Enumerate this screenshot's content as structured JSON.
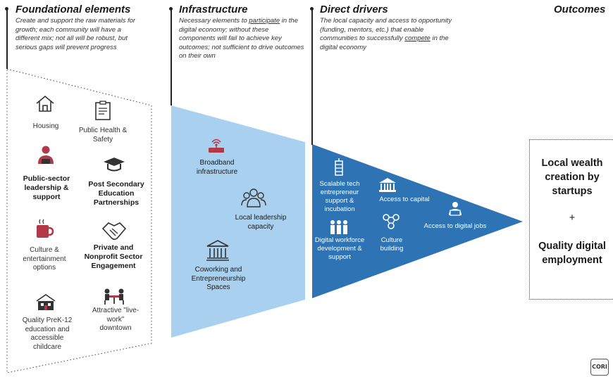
{
  "columns": [
    {
      "title": "Foundational elements",
      "description": "Create and support the raw materials for growth; each community will have a different mix; not all will be robust, but serious gaps will prevent progress"
    },
    {
      "title": "Infrastructure",
      "desc_part1": "Necessary elements to ",
      "desc_underlined": "participate",
      "desc_part2": " in the digital economy; without these components will fail to achieve key outcomes; not sufficient to drive outcomes on their own"
    },
    {
      "title": "Direct drivers",
      "desc_part1": "The local capacity and access to opportunity (funding, mentors, etc.) that enable communities to successfully ",
      "desc_underlined": "compete",
      "desc_part2": " in the digital economy"
    },
    {
      "title": "Outcomes"
    }
  ],
  "foundational_items": [
    {
      "label": "Housing",
      "icon": "house-icon"
    },
    {
      "label": "Public Health & Safety",
      "icon": "clipboard-icon"
    },
    {
      "label": "Public-sector leadership & support",
      "icon": "leader-icon"
    },
    {
      "label": "Post Secondary Education Partnerships",
      "icon": "graduation-cap-icon"
    },
    {
      "label": "Culture & entertainment options",
      "icon": "coffee-cup-icon"
    },
    {
      "label": "Private and Nonprofit Sector Engagement",
      "icon": "handshake-icon"
    },
    {
      "label": "Quality PreK-12 education and accessible childcare",
      "icon": "school-icon"
    },
    {
      "label": "Attractive \"live-work\" downtown",
      "icon": "cafe-table-icon"
    }
  ],
  "infrastructure_items": [
    {
      "label": "Broadband infrastructure",
      "icon": "router-icon"
    },
    {
      "label": "Local leadership capacity",
      "icon": "group-icon"
    },
    {
      "label": "Coworking and Entrepreneurship Spaces",
      "icon": "building-icon"
    }
  ],
  "driver_items": [
    {
      "label": "Scalable tech entrepreneur support & incubation",
      "icon": "tower-icon"
    },
    {
      "label": "Access to capital",
      "icon": "bank-icon"
    },
    {
      "label": "Digital workforce development & support",
      "icon": "team-icon"
    },
    {
      "label": "Culture building",
      "icon": "network-icon"
    },
    {
      "label": "Access to digital jobs",
      "icon": "worker-laptop-icon"
    }
  ],
  "outcomes": {
    "line1": "Local wealth creation by startups",
    "plus": "+",
    "line2": "Quality digital employment"
  },
  "logo_text": "CORI",
  "colors": {
    "light_blue": "#a9d0ef",
    "dark_blue": "#2e74b5",
    "text": "#222222"
  }
}
